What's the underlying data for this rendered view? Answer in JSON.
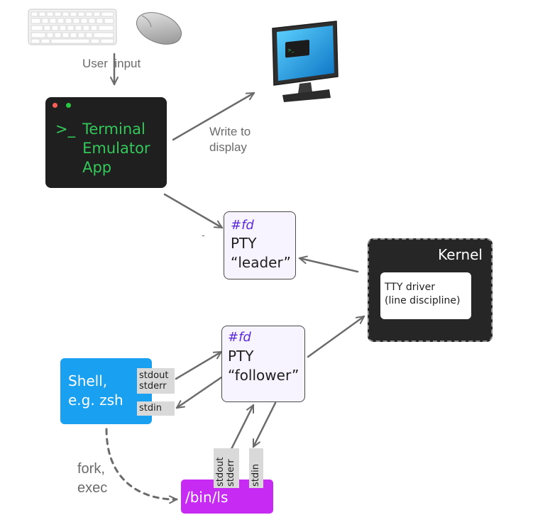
{
  "captions": {
    "user_input": "User  input",
    "write_to": "Write to",
    "display": "display",
    "fork": "fork,",
    "exec": "exec",
    "dash": "-"
  },
  "terminal": {
    "prompt": ">_",
    "lines": [
      "Terminal",
      "Emulator",
      "App"
    ]
  },
  "pty_leader": {
    "fd": "#fd",
    "line1": "PTY",
    "line2": "“leader”"
  },
  "pty_follower": {
    "fd": "#fd",
    "line1": "PTY",
    "line2": "“follower”"
  },
  "kernel": {
    "title": "Kernel",
    "driver_line1": "TTY driver",
    "driver_line2": "(line discipline)"
  },
  "shell": {
    "line1": "Shell,",
    "line2": "e.g. zsh"
  },
  "shell_tags": {
    "stdout": "stdout",
    "stderr": "stderr",
    "stdin": "stdin"
  },
  "ls": {
    "label": "/bin/ls"
  },
  "ls_tags": {
    "stdout": "stdout",
    "stderr": "stderr",
    "stdin": "stdin"
  },
  "icons": [
    "keyboard-icon",
    "mouse-icon",
    "monitor-icon"
  ],
  "colors": {
    "terminal_bg": "#1f1f1f",
    "terminal_text": "#34c759",
    "fd_text": "#5b2bd9",
    "pty_bg": "#f7f4ff",
    "kernel_bg": "#262626",
    "shell_bg": "#1aa0f0",
    "ls_bg": "#c72af2",
    "arrow": "#6b6b6b"
  }
}
